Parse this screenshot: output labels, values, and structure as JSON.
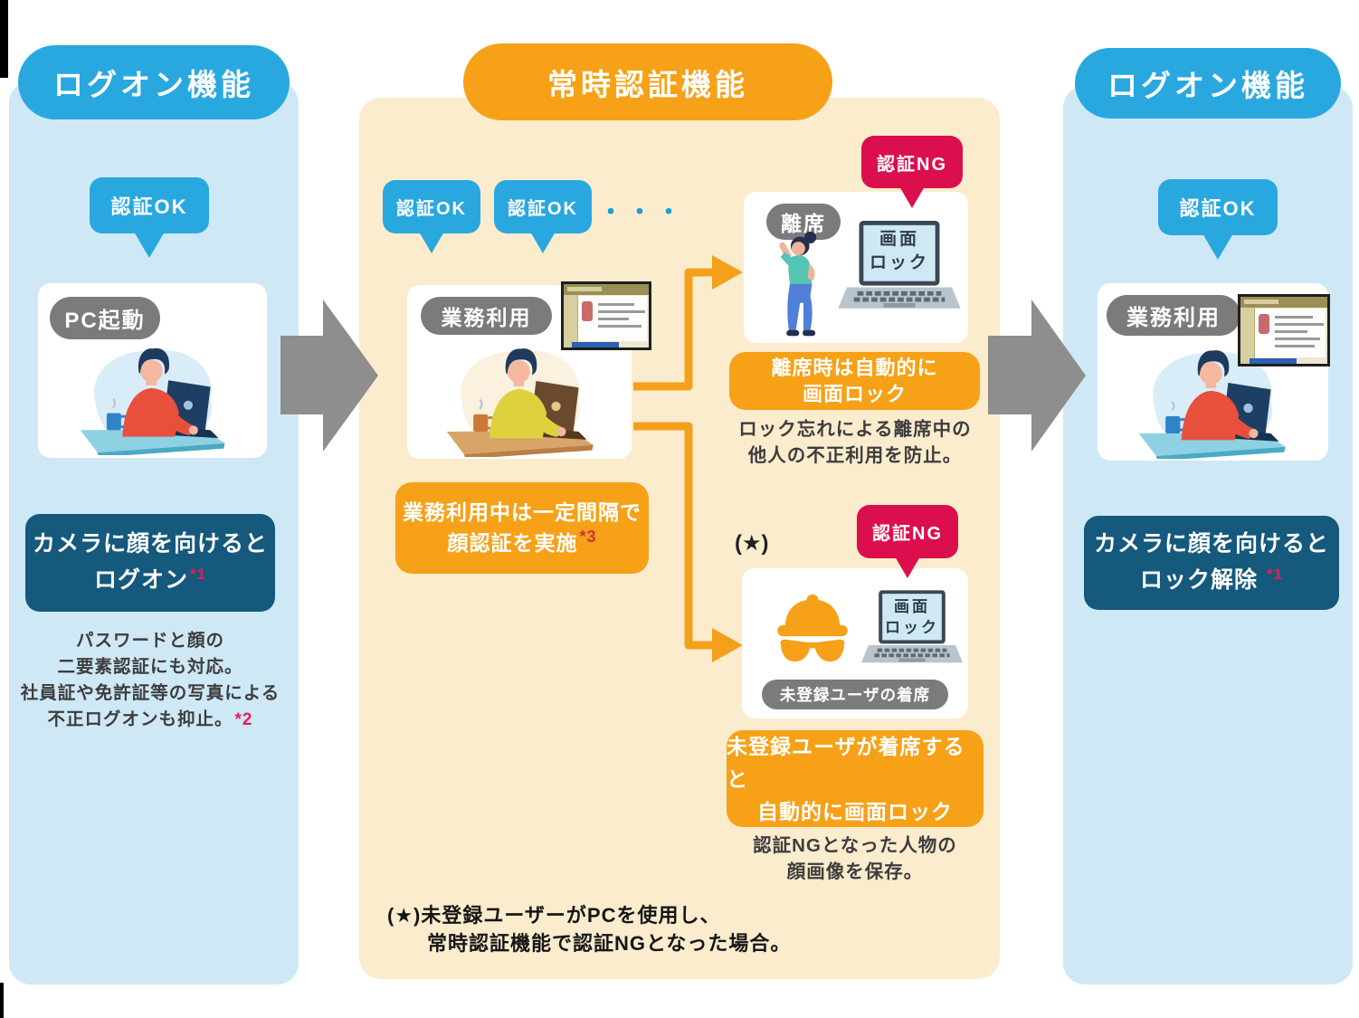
{
  "colors": {
    "blue_accent": "#29a8e0",
    "orange_accent": "#f6a117",
    "red_badge": "#dc0f4e",
    "navy_box": "#15597c",
    "panel_light_blue": "#cfe8f6",
    "panel_cream": "#fbecce",
    "gray_pill": "#7b7b7b",
    "arrow_gray": "#8e8e8e",
    "annotation_red": "#e51e5a"
  },
  "left_panel": {
    "header": "ログオン機能",
    "auth_ok_badge": "認証OK",
    "card_label": "PC起動",
    "highlight": {
      "line1": "カメラに顔を向けると",
      "line2": "ログオン",
      "sup": "*1"
    },
    "note": {
      "line1": "パスワードと顔の",
      "line2": "二要素認証にも対応。",
      "line3": "社員証や免許証等の写真による",
      "line4": "不正ログオンも抑止。",
      "sup": "*2"
    }
  },
  "middle_panel": {
    "header": "常時認証機能",
    "auth_ok_badge_1": "認証OK",
    "auth_ok_badge_2": "認証OK",
    "dots": "・・・",
    "work_card_label": "業務利用",
    "interval_box": {
      "line1": "業務利用中は一定間隔で",
      "line2": "顔認証を実施",
      "sup": "*3"
    },
    "away": {
      "auth_ng_badge": "認証NG",
      "card_label": "離席",
      "screen_lock": {
        "line1": "画面",
        "line2": "ロック"
      },
      "lock_box": {
        "line1": "離席時は自動的に",
        "line2": "画面ロック"
      },
      "note": {
        "line1": "ロック忘れによる離席中の",
        "line2": "他人の不正利用を防止。"
      }
    },
    "intruder": {
      "star_label": "(★)",
      "auth_ng_badge": "認証NG",
      "card_label": "未登録ユーザの着席",
      "screen_lock": {
        "line1": "画面",
        "line2": "ロック"
      },
      "lock_box": {
        "line1": "未登録ユーザが着席すると",
        "line2": "自動的に画面ロック"
      },
      "note": {
        "line1": "認証NGとなった人物の",
        "line2": "顔画像を保存。"
      }
    },
    "footnote": {
      "line1": "(★)未登録ユーザーがPCを使用し、",
      "line2": "常時認証機能で認証NGとなった場合。"
    }
  },
  "right_panel": {
    "header": "ログオン機能",
    "auth_ok_badge": "認証OK",
    "card_label": "業務利用",
    "highlight": {
      "line1": "カメラに顔を向けると",
      "line2": "ロック解除 ",
      "sup": "*1"
    }
  }
}
